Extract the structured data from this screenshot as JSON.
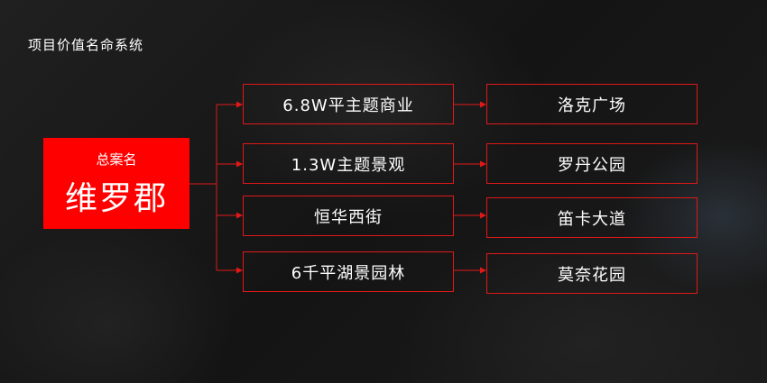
{
  "page_title": "项目价值名命系统",
  "root": {
    "subtitle": "总案名",
    "title": "维罗郡"
  },
  "rows": [
    {
      "middle": "6.8W平主题商业",
      "right": "洛克广场"
    },
    {
      "middle": "1.3W主题景观",
      "right": "罗丹公园"
    },
    {
      "middle": "恒华西街",
      "right": "笛卡大道"
    },
    {
      "middle": "6千平湖景园林",
      "right": "莫奈花园"
    }
  ],
  "colors": {
    "accent": "#ff0000",
    "border": "#e01818",
    "text": "#ffffff"
  }
}
